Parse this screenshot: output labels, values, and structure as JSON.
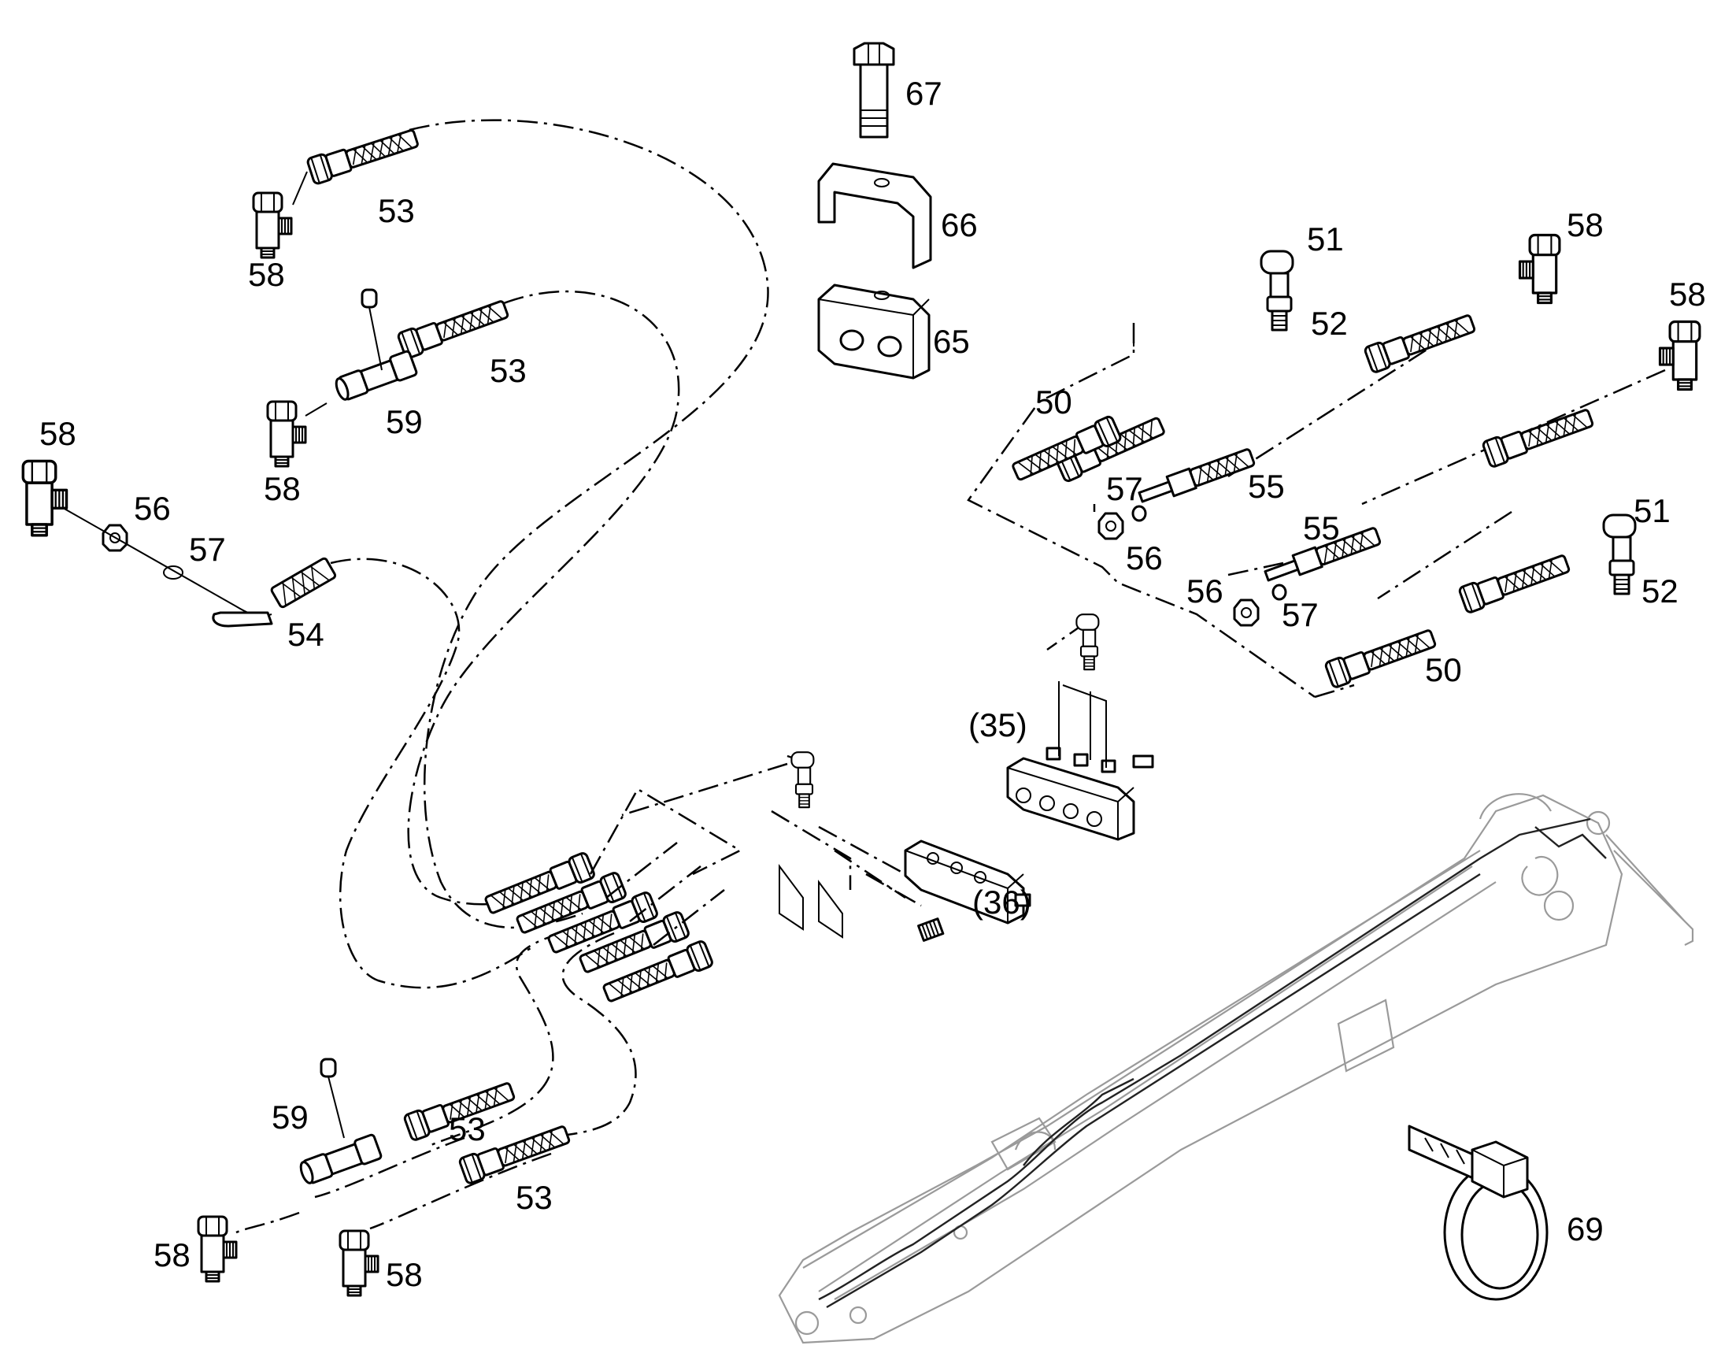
{
  "diagram": {
    "labels": [
      {
        "id": "l67",
        "text": "67"
      },
      {
        "id": "l66",
        "text": "66"
      },
      {
        "id": "l65",
        "text": "65"
      },
      {
        "id": "l53a",
        "text": "53"
      },
      {
        "id": "l58a",
        "text": "58"
      },
      {
        "id": "l53b",
        "text": "53"
      },
      {
        "id": "l59a",
        "text": "59"
      },
      {
        "id": "l58b",
        "text": "58"
      },
      {
        "id": "l58c",
        "text": "58"
      },
      {
        "id": "l56a",
        "text": "56"
      },
      {
        "id": "l57a",
        "text": "57"
      },
      {
        "id": "l54",
        "text": "54"
      },
      {
        "id": "l51a",
        "text": "51"
      },
      {
        "id": "l52a",
        "text": "52"
      },
      {
        "id": "l50a",
        "text": "50"
      },
      {
        "id": "l58d",
        "text": "58"
      },
      {
        "id": "l58e",
        "text": "58"
      },
      {
        "id": "l57b",
        "text": "57"
      },
      {
        "id": "l55a",
        "text": "55"
      },
      {
        "id": "l56b",
        "text": "56"
      },
      {
        "id": "l55b",
        "text": "55"
      },
      {
        "id": "l51b",
        "text": "51"
      },
      {
        "id": "l52b",
        "text": "52"
      },
      {
        "id": "l56c",
        "text": "56"
      },
      {
        "id": "l57c",
        "text": "57"
      },
      {
        "id": "l50b",
        "text": "50"
      },
      {
        "id": "l35",
        "text": "(35)"
      },
      {
        "id": "l36",
        "text": "(36)"
      },
      {
        "id": "l59b",
        "text": "59"
      },
      {
        "id": "l53c",
        "text": "53"
      },
      {
        "id": "l53d",
        "text": "53"
      },
      {
        "id": "l58f",
        "text": "58"
      },
      {
        "id": "l58g",
        "text": "58"
      },
      {
        "id": "l69",
        "text": "69"
      }
    ]
  }
}
